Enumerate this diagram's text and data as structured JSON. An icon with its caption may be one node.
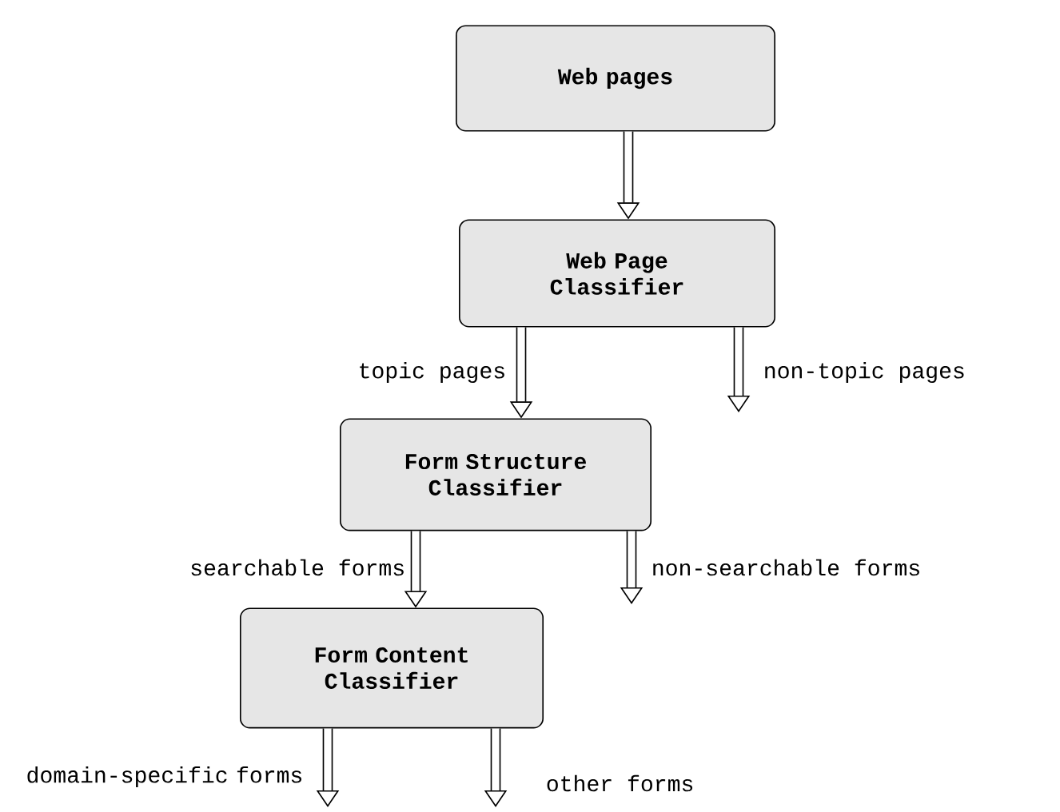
{
  "diagram": {
    "nodes": [
      {
        "text": [
          "Web pages"
        ]
      },
      {
        "text": [
          "Web Page Classifier"
        ]
      },
      {
        "text": [
          "Form Structure Classifier"
        ]
      },
      {
        "text": [
          "Form Content Classifier"
        ]
      }
    ],
    "edges": [
      {
        "from": 0,
        "to": 1,
        "arrow": "to"
      },
      {
        "from": 1,
        "to": 2,
        "arrow": "to",
        "label": "topic pages"
      },
      {
        "from": 1,
        "to": null,
        "arrow": "to",
        "label": "non-topic pages"
      },
      {
        "from": 2,
        "to": 3,
        "arrow": "to",
        "label": "searchable forms"
      },
      {
        "from": 2,
        "to": null,
        "arrow": "to",
        "label": "non-searchable forms"
      },
      {
        "from": 3,
        "to": null,
        "arrow": "to",
        "label": "domain-specific forms"
      },
      {
        "from": 3,
        "to": null,
        "arrow": "to",
        "label": "other forms"
      }
    ]
  }
}
